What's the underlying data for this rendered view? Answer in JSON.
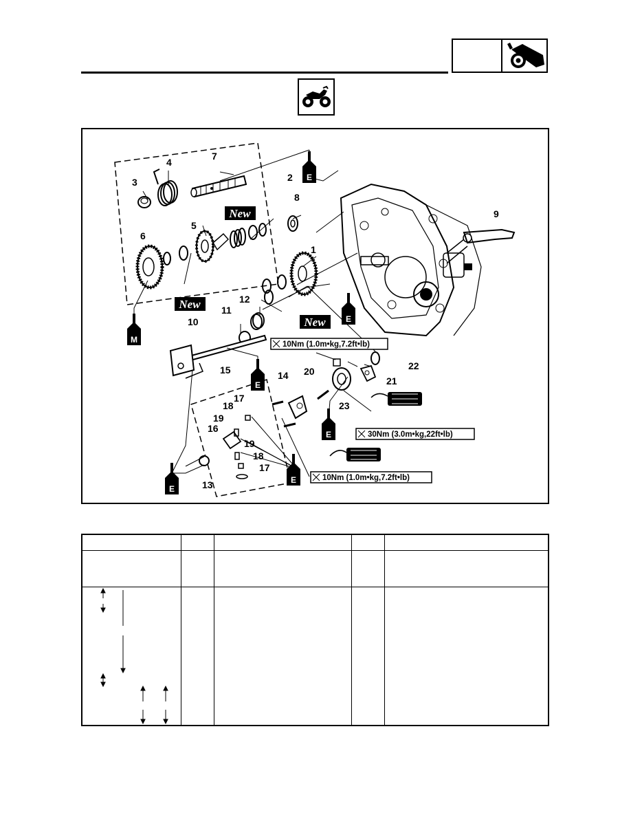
{
  "header": {
    "icon": "wrench-tool-icon"
  },
  "section_icon": "motorcycle-icon",
  "diagram": {
    "callouts": [
      "1",
      "2",
      "3",
      "4",
      "5",
      "6",
      "7",
      "8",
      "9",
      "10",
      "11",
      "12",
      "13",
      "14",
      "15",
      "16",
      "17",
      "17",
      "18",
      "18",
      "19",
      "19",
      "20",
      "21",
      "22",
      "23"
    ],
    "torque_specs": [
      "10Nm (1.0m•kg,7.2ft•lb)",
      "30Nm (3.0m•kg,22ft•lb)",
      "10Nm (1.0m•kg,7.2ft•lb)"
    ],
    "new_label": "New",
    "lube_engine_oil": "E",
    "lube_moly": "M"
  },
  "table": {
    "columns": 5,
    "arrows": [
      "↑",
      "↓",
      "↕"
    ]
  }
}
